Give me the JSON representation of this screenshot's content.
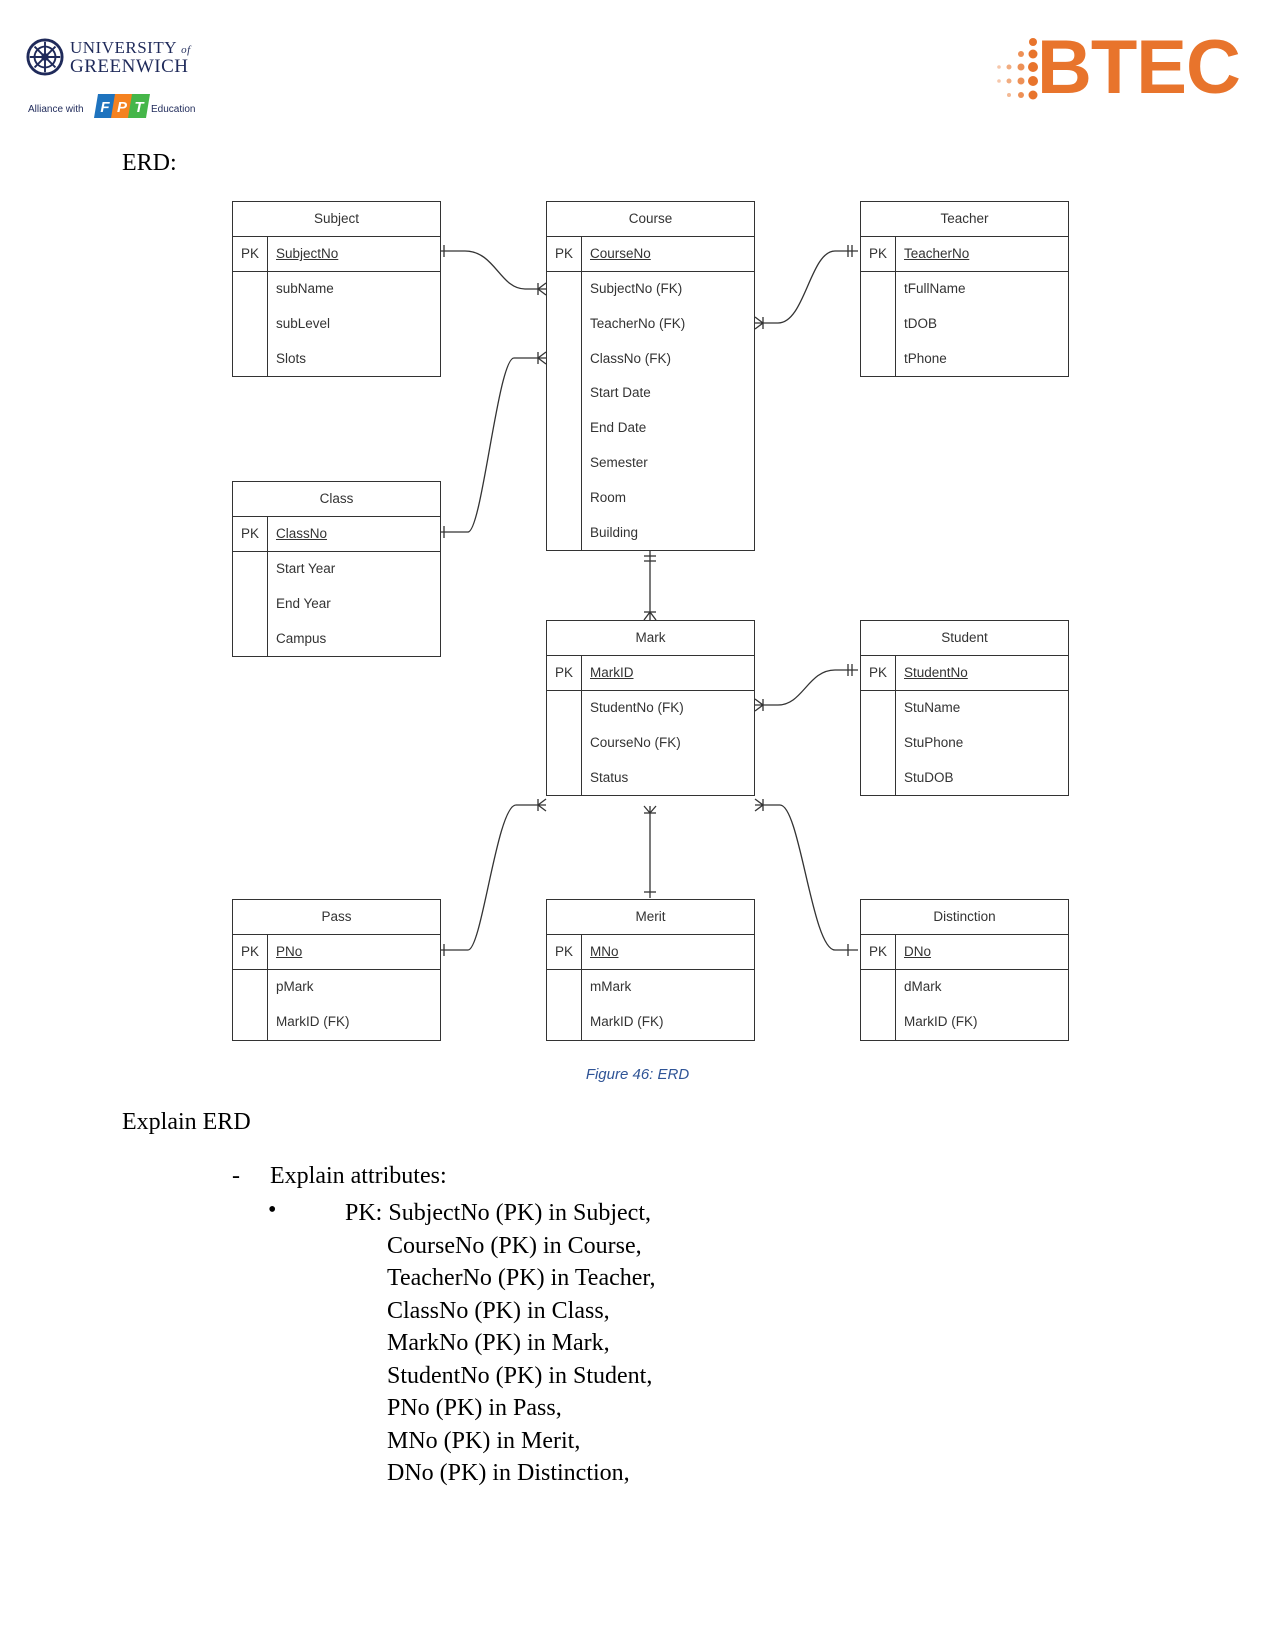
{
  "header": {
    "university_line1": "UNIVERSITY",
    "university_of": "of",
    "university_line2": "GREENWICH",
    "alliance_lead": "Alliance with",
    "alliance_tail": "Education",
    "fpt_letters": [
      "F",
      "P",
      "T"
    ],
    "btec": "BTEC",
    "colors": {
      "btec_orange": "#e8742c",
      "uog_navy": "#1f2a5a",
      "fpt_blue": "#1e73be",
      "fpt_green": "#45b649",
      "fpt_orange": "#f58220"
    }
  },
  "erd_label": "ERD:",
  "entities": {
    "subject": {
      "title": "Subject",
      "pk_tag": "PK",
      "pk": "SubjectNo",
      "attrs": [
        "subName",
        "subLevel",
        "Slots"
      ]
    },
    "course": {
      "title": "Course",
      "pk_tag": "PK",
      "pk": "CourseNo",
      "attrs": [
        "SubjectNo (FK)",
        "TeacherNo (FK)",
        "ClassNo (FK)",
        "Start Date",
        "End Date",
        "Semester",
        "Room",
        "Building"
      ]
    },
    "teacher": {
      "title": "Teacher",
      "pk_tag": "PK",
      "pk": "TeacherNo",
      "attrs": [
        "tFullName",
        "tDOB",
        "tPhone"
      ]
    },
    "class": {
      "title": "Class",
      "pk_tag": "PK",
      "pk": "ClassNo",
      "attrs": [
        "Start Year",
        "End Year",
        "Campus"
      ]
    },
    "mark": {
      "title": "Mark",
      "pk_tag": "PK",
      "pk": "MarkID",
      "attrs": [
        "StudentNo (FK)",
        "CourseNo (FK)",
        "Status"
      ]
    },
    "student": {
      "title": "Student",
      "pk_tag": "PK",
      "pk": "StudentNo",
      "attrs": [
        "StuName",
        "StuPhone",
        "StuDOB"
      ]
    },
    "pass": {
      "title": "Pass",
      "pk_tag": "PK",
      "pk": "PNo",
      "attrs": [
        "pMark",
        "MarkID (FK)"
      ]
    },
    "merit": {
      "title": "Merit",
      "pk_tag": "PK",
      "pk": "MNo",
      "attrs": [
        "mMark",
        "MarkID (FK)"
      ]
    },
    "distinction": {
      "title": "Distinction",
      "pk_tag": "PK",
      "pk": "DNo",
      "attrs": [
        "dMark",
        "MarkID (FK)"
      ]
    }
  },
  "caption": "Figure 46: ERD",
  "explain_heading": "Explain ERD",
  "dash_marker": "-",
  "dash_text": "Explain attributes:",
  "bullet_marker": "•",
  "pk_first": "PK: SubjectNo (PK) in Subject,",
  "pk_rest": [
    "CourseNo (PK) in Course,",
    "TeacherNo (PK) in Teacher,",
    "ClassNo (PK) in Class,",
    "MarkNo (PK) in Mark,",
    "StudentNo (PK) in Student,",
    "PNo (PK) in Pass,",
    "MNo (PK) in Merit,",
    "DNo (PK) in Distinction,"
  ]
}
